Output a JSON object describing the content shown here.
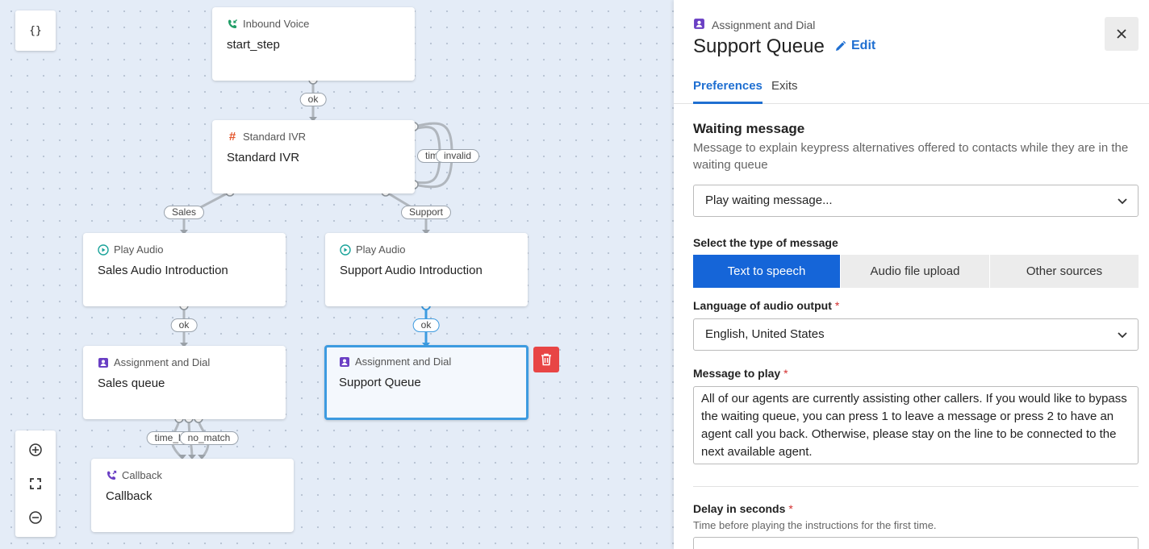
{
  "canvas": {
    "toolbar": {
      "json_button_label": "{}"
    },
    "zoom_controls": {
      "zoom_in": "⊕",
      "fit": "⛶",
      "zoom_out": "⊖"
    },
    "nodes": [
      {
        "id": "start",
        "type": "Inbound Voice",
        "title": "start_step",
        "icon": "phone-incoming-icon"
      },
      {
        "id": "ivr",
        "type": "Standard IVR",
        "title": "Standard IVR",
        "icon": "hash-icon"
      },
      {
        "id": "sales_audio",
        "type": "Play Audio",
        "title": "Sales Audio Introduction",
        "icon": "play-circle-icon"
      },
      {
        "id": "support_audio",
        "type": "Play Audio",
        "title": "Support Audio Introduction",
        "icon": "play-circle-icon"
      },
      {
        "id": "sales_queue",
        "type": "Assignment and Dial",
        "title": "Sales queue",
        "icon": "assignment-icon"
      },
      {
        "id": "support_queue",
        "type": "Assignment and Dial",
        "title": "Support Queue",
        "icon": "assignment-icon"
      },
      {
        "id": "callback",
        "type": "Callback",
        "title": "Callback",
        "icon": "phone-callback-icon"
      }
    ],
    "edge_labels": {
      "start_ok": "ok",
      "ivr_timeout": "tim",
      "ivr_invalid": "invalid",
      "ivr_sales": "Sales",
      "ivr_support": "Support",
      "sales_ok": "ok",
      "support_ok": "ok",
      "queue_time": "time_li",
      "queue_no_match": "no_match"
    },
    "colors": {
      "background": "#e4ecf7",
      "selected": "#3d9be0",
      "delete": "#e84545"
    }
  },
  "panel": {
    "kicker": "Assignment and Dial",
    "title": "Support Queue",
    "edit_label": "Edit",
    "tabs": [
      {
        "label": "Preferences",
        "active": true
      },
      {
        "label": "Exits",
        "active": false
      }
    ],
    "waiting_message": {
      "title": "Waiting message",
      "description": "Message to explain keypress alternatives offered to contacts while they are in the waiting queue",
      "select_value": "Play waiting message..."
    },
    "message_type": {
      "label": "Select the type of message",
      "options": [
        "Text to speech",
        "Audio file upload",
        "Other sources"
      ],
      "selected": "Text to speech"
    },
    "language": {
      "label": "Language of audio output",
      "required": "*",
      "value": "English, United States"
    },
    "message": {
      "label": "Message to play",
      "required": "*",
      "value": "All of our agents are currently assisting other callers. If you would like to bypass the waiting queue, you can press 1 to leave a message or press 2 to have an agent call you back. Otherwise, please stay on the line to be connected to the next available agent."
    },
    "delay": {
      "label": "Delay in seconds",
      "required": "*",
      "hint": "Time before playing the instructions for the first time."
    },
    "colors": {
      "accent": "#1f6fd1",
      "segment_active": "#1565d8",
      "required": "#d32f2f"
    }
  }
}
